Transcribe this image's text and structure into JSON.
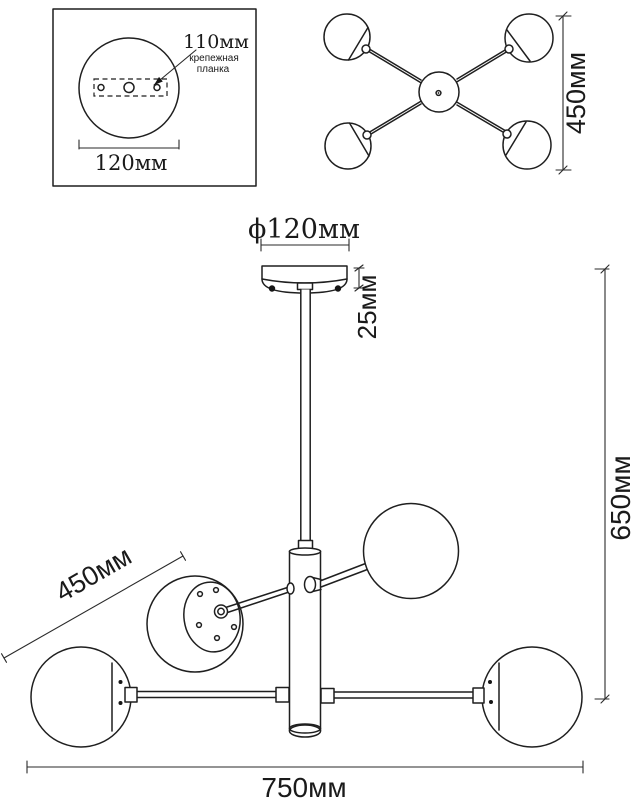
{
  "page": {
    "background": "#ffffff",
    "ink": "#1f1f1f"
  },
  "detail_view": {
    "bracket_size_label": "110мм",
    "bracket_name_line1": "крепежная",
    "bracket_name_line2": "планка",
    "base_width_label": "120мм"
  },
  "top_view": {
    "spread_label": "450мм"
  },
  "side_view": {
    "canopy_diameter_label": "ϕ120мм",
    "canopy_height_label": "25мм",
    "total_height_label": "650мм",
    "arm_length_label": "450мм",
    "total_width_label": "750мм"
  }
}
